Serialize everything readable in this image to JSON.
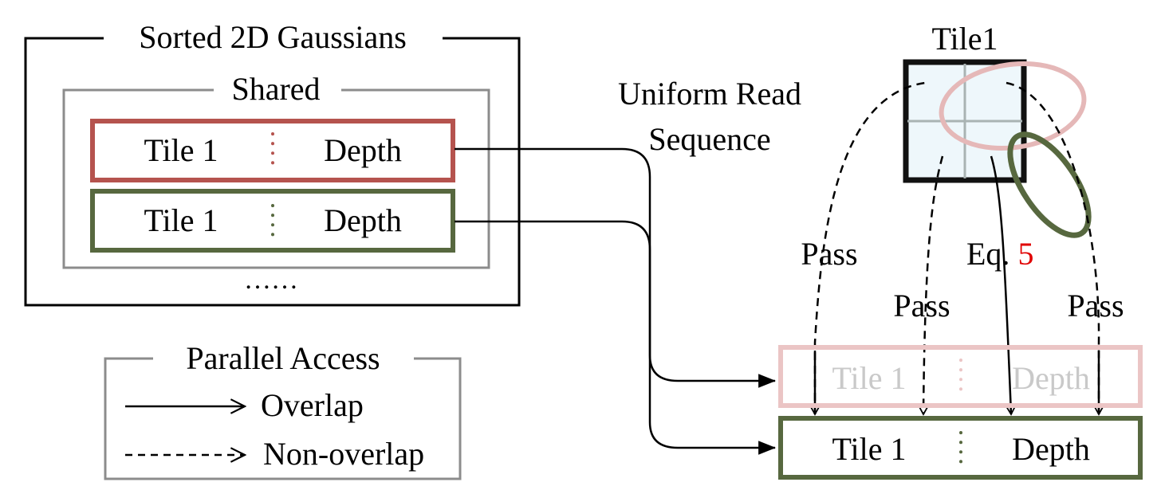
{
  "sorted": {
    "title": "Sorted 2D Gaussians",
    "shared_label": "Shared",
    "ellipsis": "……",
    "red_entry": {
      "left": "Tile 1",
      "right": "Depth"
    },
    "green_entry": {
      "left": "Tile 1",
      "right": "Depth"
    }
  },
  "read_sequence": {
    "line1": "Uniform Read",
    "line2": "Sequence"
  },
  "tile": {
    "label": "Tile1"
  },
  "arrows": {
    "pass_1": "Pass",
    "pass_2": "Pass",
    "pass_3": "Pass",
    "eq_prefix": "Eq.",
    "eq_ref": "5"
  },
  "output": {
    "faded_entry": {
      "left": "Tile 1",
      "right": "Depth"
    },
    "result_entry": {
      "left": "Tile 1",
      "right": "Depth"
    }
  },
  "legend": {
    "title": "Parallel Access",
    "overlap": "Overlap",
    "non_overlap": "Non-overlap"
  },
  "colors": {
    "red": "#b5534e",
    "green": "#57683f",
    "faded_red": "#ebc5c5",
    "eq_ref": "#e00000",
    "tile_fill": "#eef7fb",
    "gray_border": "#8c8c8c"
  }
}
